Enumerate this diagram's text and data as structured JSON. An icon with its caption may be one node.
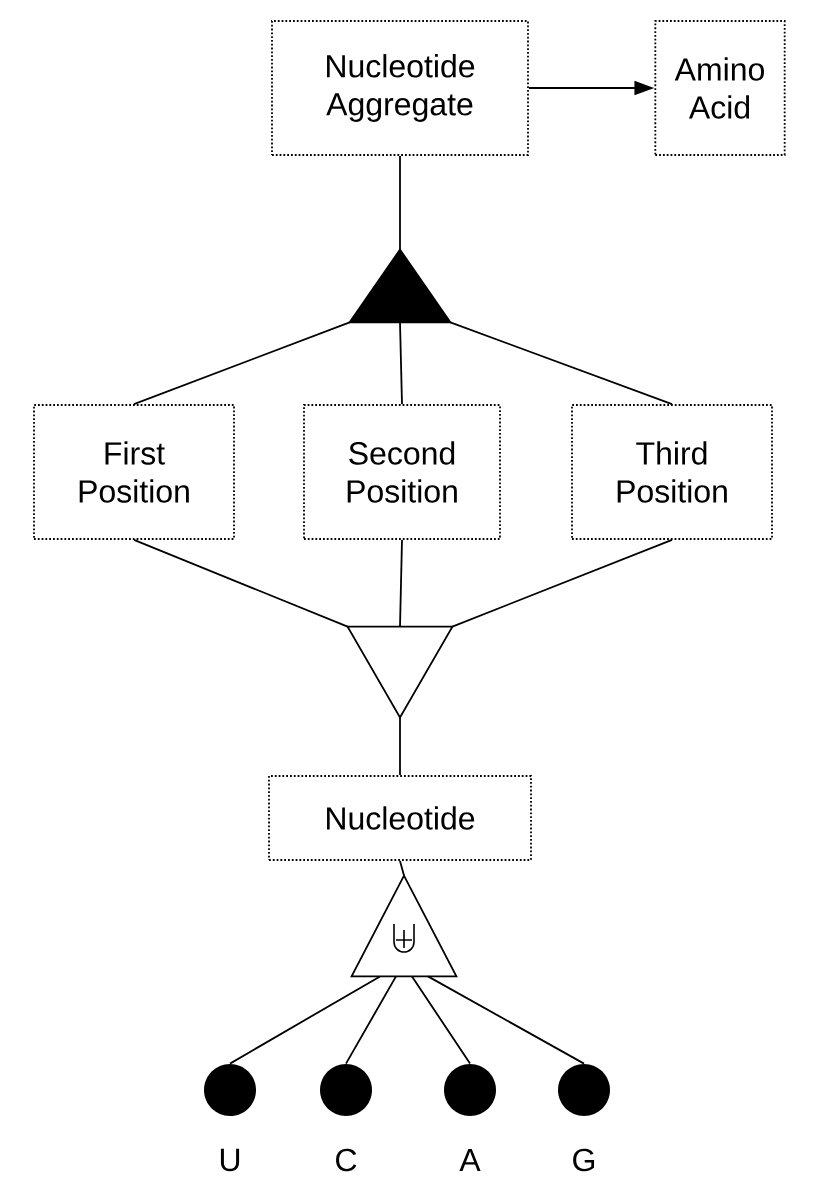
{
  "diagram": {
    "nodes": [
      {
        "text": [
          "Nucleotide Aggregate"
        ]
      },
      {
        "text": [
          "Amino Acid"
        ]
      },
      {
        "text": [],
        "shape": "triangle"
      },
      {
        "text": [
          "First Position"
        ]
      },
      {
        "text": [
          "Second Position"
        ]
      },
      {
        "text": [
          "Third Position"
        ]
      },
      {
        "text": [],
        "shape": "triangle"
      },
      {
        "text": [
          "Nucleotide"
        ]
      },
      {
        "text": [],
        "shape": "triangle"
      },
      {
        "text": [],
        "shape": "circle",
        "beside": [
          "U"
        ]
      },
      {
        "text": [],
        "shape": "circle",
        "beside": [
          "C"
        ]
      },
      {
        "text": [],
        "shape": "circle",
        "beside": [
          "A"
        ]
      },
      {
        "text": [],
        "shape": "circle",
        "beside": [
          "G"
        ]
      }
    ],
    "edges": [
      {
        "from": 0,
        "to": 1,
        "arrow": "to"
      },
      {
        "from": 0,
        "to": 2,
        "arrow": "none"
      },
      {
        "from": 2,
        "to": 3,
        "arrow": "none"
      },
      {
        "from": 2,
        "to": 4,
        "arrow": "none"
      },
      {
        "from": 2,
        "to": 5,
        "arrow": "none"
      },
      {
        "from": 3,
        "to": 6,
        "arrow": "none"
      },
      {
        "from": 4,
        "to": 6,
        "arrow": "none"
      },
      {
        "from": 5,
        "to": 6,
        "arrow": "none"
      },
      {
        "from": 6,
        "to": 7,
        "arrow": "none"
      },
      {
        "from": 7,
        "to": 8,
        "arrow": "none"
      },
      {
        "from": 8,
        "to": 9,
        "arrow": "none"
      },
      {
        "from": 8,
        "to": 10,
        "arrow": "none"
      },
      {
        "from": 8,
        "to": 11,
        "arrow": "none"
      },
      {
        "from": 8,
        "to": 12,
        "arrow": "none"
      }
    ]
  }
}
